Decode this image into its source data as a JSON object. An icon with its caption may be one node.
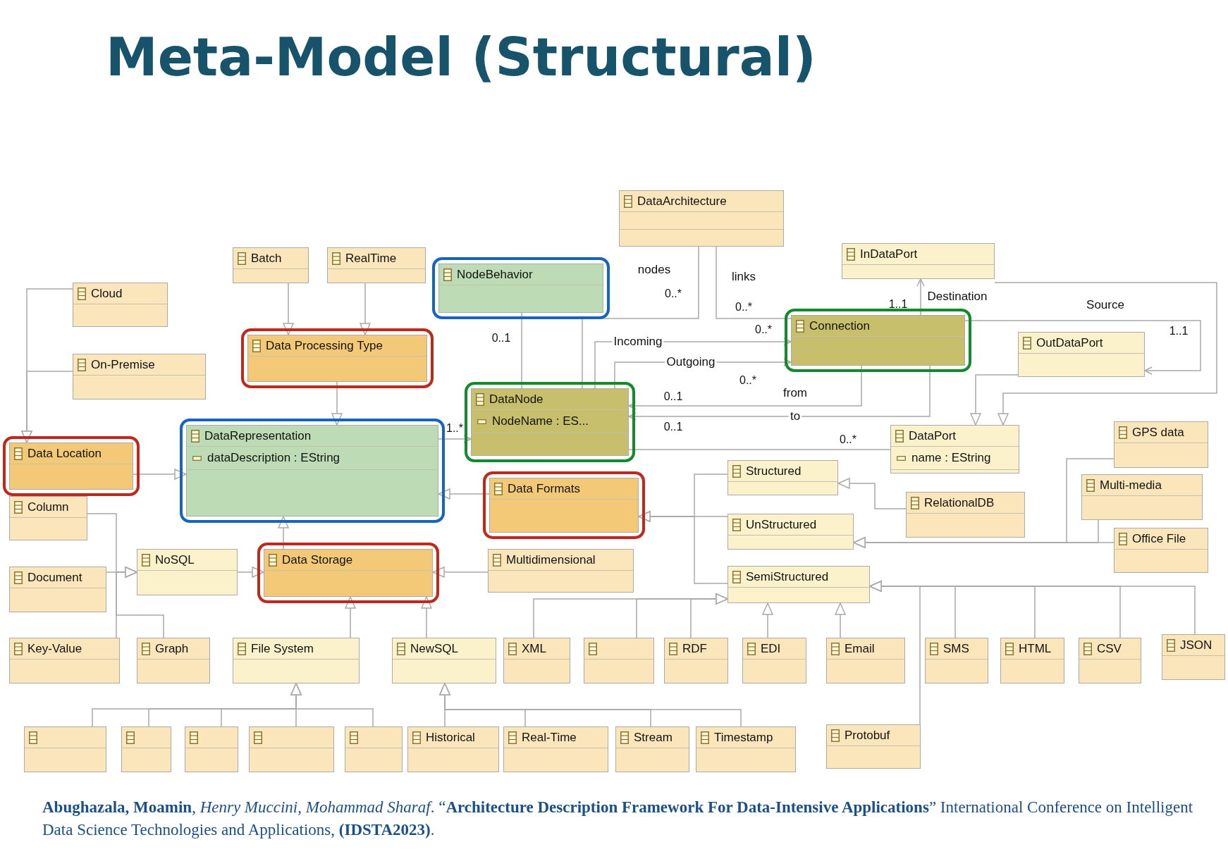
{
  "diagram": {
    "title": "Meta-Model (Structural)",
    "caption": "**Abughazala, Moamin**, *Henry Muccini, Mohammad Sharaf*. “**Architecture Description Framework For Data-Intensive Applications**” International Conference on Intelligent Data Science Technologies and Applications, **(IDSTA2023)**.",
    "nodes": [
      {
        "text": [
          "DataArchitecture"
        ]
      },
      {
        "text": [
          "Batch"
        ]
      },
      {
        "text": [
          "RealTime"
        ]
      },
      {
        "text": [
          "NodeBehavior"
        ]
      },
      {
        "text": [
          "InDataPort"
        ]
      },
      {
        "text": [
          "Cloud"
        ]
      },
      {
        "text": [
          "Data Processing Type"
        ]
      },
      {
        "text": [
          "Connection"
        ]
      },
      {
        "text": [
          "OutDataPort"
        ]
      },
      {
        "text": [
          "On-Premise"
        ]
      },
      {
        "text": [
          "DataNode",
          "NodeName : ES..."
        ]
      },
      {
        "text": [
          "DataRepresentation",
          "dataDescription : EString"
        ]
      },
      {
        "text": [
          "DataPort",
          "name : EString"
        ]
      },
      {
        "text": [
          "GPS data"
        ]
      },
      {
        "text": [
          "Data Location"
        ]
      },
      {
        "text": [
          "Structured"
        ]
      },
      {
        "text": [
          "Data Formats"
        ]
      },
      {
        "text": [
          "Multi-media"
        ]
      },
      {
        "text": [
          "RelationalDB"
        ]
      },
      {
        "text": [
          "Column"
        ]
      },
      {
        "text": [
          "UnStructured"
        ]
      },
      {
        "text": [
          "Office File"
        ]
      },
      {
        "text": [
          "NoSQL"
        ]
      },
      {
        "text": [
          "Data Storage"
        ]
      },
      {
        "text": [
          "Multidimensional"
        ]
      },
      {
        "text": [
          "Document"
        ]
      },
      {
        "text": [
          "SemiStructured"
        ]
      },
      {
        "text": [
          "Key-Value"
        ]
      },
      {
        "text": [
          "Graph"
        ]
      },
      {
        "text": [
          "File System"
        ]
      },
      {
        "text": [
          "NewSQL"
        ]
      },
      {
        "text": [
          "XML"
        ]
      },
      {
        "text": [],
        "shape": "box"
      },
      {
        "text": [
          "RDF"
        ]
      },
      {
        "text": [
          "EDI"
        ]
      },
      {
        "text": [
          "Email"
        ]
      },
      {
        "text": [
          "SMS"
        ]
      },
      {
        "text": [
          "HTML"
        ]
      },
      {
        "text": [
          "CSV"
        ]
      },
      {
        "text": [
          "JSON"
        ]
      },
      {
        "text": [],
        "shape": "box"
      },
      {
        "text": [],
        "shape": "box"
      },
      {
        "text": [],
        "shape": "box"
      },
      {
        "text": [],
        "shape": "box"
      },
      {
        "text": [],
        "shape": "box"
      },
      {
        "text": [
          "Historical"
        ]
      },
      {
        "text": [
          "Real-Time"
        ]
      },
      {
        "text": [
          "Stream"
        ]
      },
      {
        "text": [
          "Timestamp"
        ]
      },
      {
        "text": [
          "Protobuf"
        ]
      }
    ],
    "edges": [
      {
        "from": 1,
        "to": 6,
        "arrow": "to"
      },
      {
        "from": 2,
        "to": 6,
        "arrow": "to"
      },
      {
        "from": 6,
        "to": 11,
        "arrow": "to"
      },
      {
        "from": 5,
        "to": 14,
        "arrow": "to"
      },
      {
        "from": 9,
        "to": 14,
        "arrow": "to"
      },
      {
        "from": 14,
        "to": 11,
        "arrow": "to"
      },
      {
        "from": 16,
        "to": 11,
        "arrow": "to"
      },
      {
        "from": 23,
        "to": 11,
        "arrow": "to"
      },
      {
        "from": 22,
        "to": 23,
        "arrow": "to"
      },
      {
        "from": 24,
        "to": 23,
        "arrow": "to"
      },
      {
        "from": 29,
        "to": 23,
        "arrow": "to"
      },
      {
        "from": 30,
        "to": 23,
        "arrow": "to"
      },
      {
        "from": 19,
        "to": 22,
        "arrow": "to"
      },
      {
        "from": 25,
        "to": 22,
        "arrow": "to"
      },
      {
        "from": 27,
        "to": 22,
        "arrow": "to"
      },
      {
        "from": 28,
        "to": 22,
        "arrow": "to"
      },
      {
        "from": 40,
        "to": 29,
        "arrow": "to"
      },
      {
        "from": 41,
        "to": 29,
        "arrow": "to"
      },
      {
        "from": 42,
        "to": 29,
        "arrow": "to"
      },
      {
        "from": 43,
        "to": 29,
        "arrow": "to"
      },
      {
        "from": 44,
        "to": 29,
        "arrow": "to"
      },
      {
        "from": 45,
        "to": 30,
        "arrow": "to"
      },
      {
        "from": 46,
        "to": 30,
        "arrow": "to"
      },
      {
        "from": 47,
        "to": 30,
        "arrow": "to"
      },
      {
        "from": 48,
        "to": 30,
        "arrow": "to"
      },
      {
        "from": 15,
        "to": 16,
        "arrow": "to"
      },
      {
        "from": 20,
        "to": 16,
        "arrow": "to"
      },
      {
        "from": 26,
        "to": 16,
        "arrow": "to"
      },
      {
        "from": 18,
        "to": 15,
        "arrow": "to"
      },
      {
        "from": 13,
        "to": 20,
        "arrow": "to"
      },
      {
        "from": 17,
        "to": 20,
        "arrow": "to"
      },
      {
        "from": 21,
        "to": 20,
        "arrow": "to"
      },
      {
        "from": 31,
        "to": 26,
        "arrow": "to"
      },
      {
        "from": 32,
        "to": 26,
        "arrow": "to"
      },
      {
        "from": 33,
        "to": 26,
        "arrow": "to"
      },
      {
        "from": 34,
        "to": 26,
        "arrow": "to"
      },
      {
        "from": 35,
        "to": 26,
        "arrow": "to"
      },
      {
        "from": 36,
        "to": 26,
        "arrow": "to"
      },
      {
        "from": 37,
        "to": 26,
        "arrow": "to"
      },
      {
        "from": 38,
        "to": 26,
        "arrow": "to"
      },
      {
        "from": 39,
        "to": 26,
        "arrow": "to"
      },
      {
        "from": 49,
        "to": 26,
        "arrow": "to"
      },
      {
        "from": 0,
        "to": 10,
        "arrow": "other",
        "label": "nodes"
      },
      {
        "from": 0,
        "to": 7,
        "arrow": "other",
        "label": "links"
      },
      {
        "from": 10,
        "to": 3,
        "arrow": "other"
      },
      {
        "from": 10,
        "to": 7,
        "arrow": "to",
        "label": "Incoming"
      },
      {
        "from": 10,
        "to": 7,
        "arrow": "to",
        "label": "Outgoing"
      },
      {
        "from": 7,
        "to": 10,
        "arrow": "to",
        "label": "from"
      },
      {
        "from": 7,
        "to": 10,
        "arrow": "to",
        "label": "to"
      },
      {
        "from": 11,
        "to": 10,
        "arrow": "to"
      },
      {
        "from": 10,
        "to": 12,
        "arrow": "other"
      },
      {
        "from": 7,
        "to": 4,
        "arrow": "to",
        "label": "Destination"
      },
      {
        "from": 7,
        "to": 8,
        "arrow": "to",
        "label": "Source"
      },
      {
        "from": 4,
        "to": 12,
        "arrow": "to"
      },
      {
        "from": 8,
        "to": 12,
        "arrow": "to"
      }
    ],
    "labels": [
      "0..*",
      "1..1",
      "0..*",
      "1..1",
      "0..*",
      "0..1",
      "0..*",
      "0..1",
      "1..*",
      "0..1",
      "0..*"
    ]
  }
}
